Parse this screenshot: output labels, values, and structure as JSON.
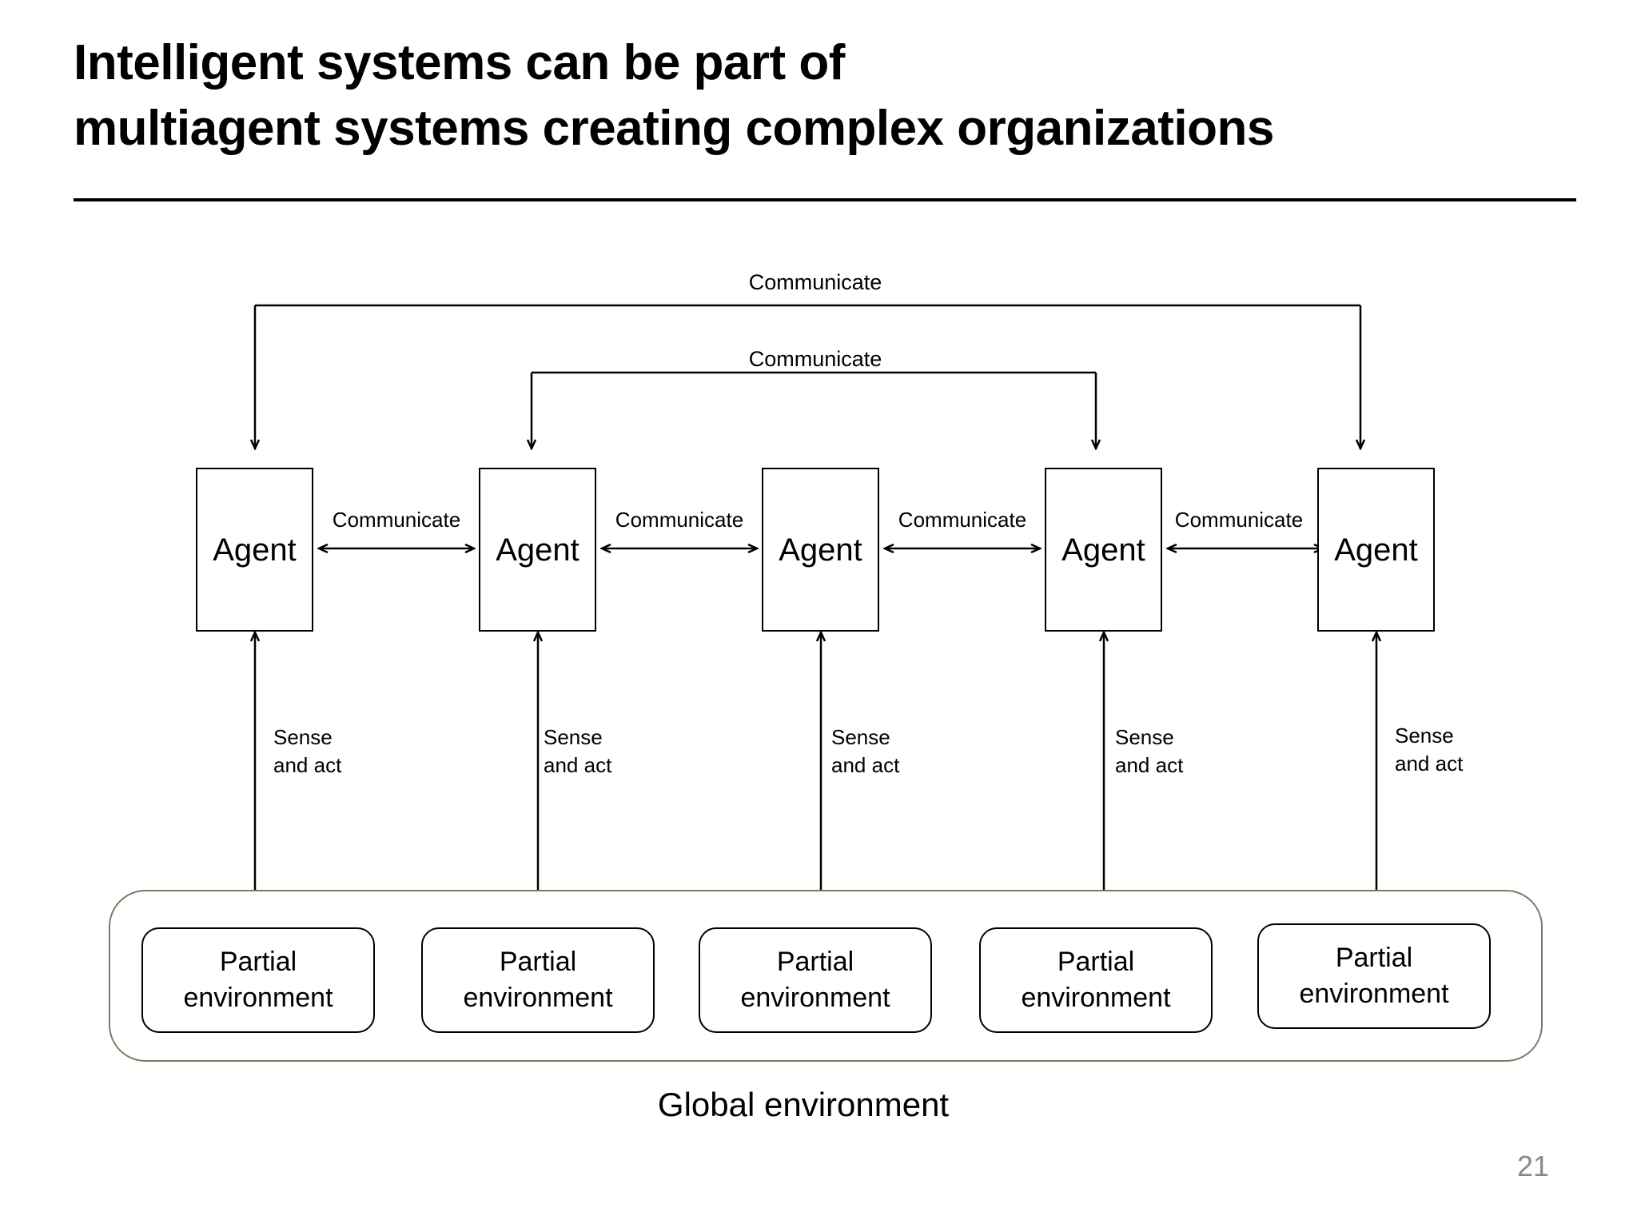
{
  "slide": {
    "title_lines": [
      "Intelligent systems can be part of",
      "multiagent systems creating complex organizations"
    ],
    "page_number": "21",
    "global_environment_label": "Global environment",
    "colors": {
      "text": "#000000",
      "line": "#000000",
      "global_container_border": "#7a7a63",
      "page_number": "#8a8a8a",
      "background": "#ffffff"
    }
  },
  "diagram": {
    "type": "multiagent-system-block-diagram",
    "agents": [
      {
        "label": "Agent"
      },
      {
        "label": "Agent"
      },
      {
        "label": "Agent"
      },
      {
        "label": "Agent"
      },
      {
        "label": "Agent"
      }
    ],
    "partial_environments": [
      {
        "line1": "Partial",
        "line2": "environment"
      },
      {
        "line1": "Partial",
        "line2": "environment"
      },
      {
        "line1": "Partial",
        "line2": "environment"
      },
      {
        "line1": "Partial",
        "line2": "environment"
      },
      {
        "line1": "Partial",
        "line2": "environment"
      }
    ],
    "bracket_communicate_labels": [
      {
        "label": "Communicate",
        "spans": "agent-1 to agent-5"
      },
      {
        "label": "Communicate",
        "spans": "agent-2 to agent-4"
      }
    ],
    "adjacent_communicate_labels": [
      {
        "label": "Communicate",
        "between": "agent-1 and agent-2"
      },
      {
        "label": "Communicate",
        "between": "agent-2 and agent-3"
      },
      {
        "label": "Communicate",
        "between": "agent-3 and agent-4"
      },
      {
        "label": "Communicate",
        "between": "agent-4 and agent-5"
      }
    ],
    "sense_and_act_labels": [
      {
        "line1": "Sense",
        "line2": "and act"
      },
      {
        "line1": "Sense",
        "line2": "and act"
      },
      {
        "line1": "Sense",
        "line2": "and act"
      },
      {
        "line1": "Sense",
        "line2": "and act"
      },
      {
        "line1": "Sense",
        "line2": "and act"
      }
    ]
  }
}
